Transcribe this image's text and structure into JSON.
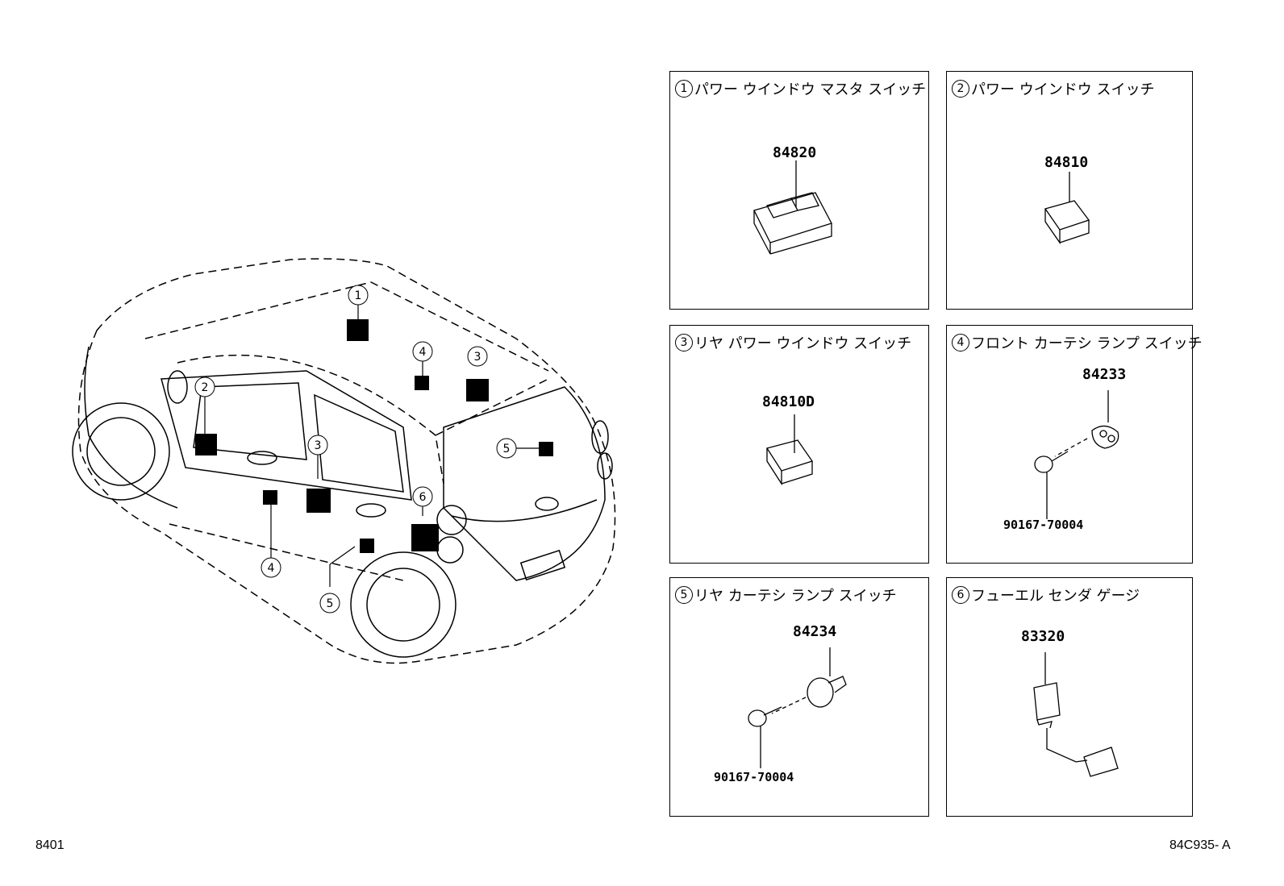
{
  "panels": [
    {
      "num": "1",
      "title": "パワー ウインドウ マスタ スイッチ",
      "parts": [
        "84820"
      ]
    },
    {
      "num": "2",
      "title": "パワー ウインドウ スイッチ",
      "parts": [
        "84810"
      ]
    },
    {
      "num": "3",
      "title": "リヤ パワー ウインドウ スイッチ",
      "parts": [
        "84810D"
      ]
    },
    {
      "num": "4",
      "title": "フロント カーテシ ランプ スイッチ",
      "parts": [
        "84233",
        "90167-70004"
      ]
    },
    {
      "num": "5",
      "title": "リヤ カーテシ ランプ スイッチ",
      "parts": [
        "84234",
        "90167-70004"
      ]
    },
    {
      "num": "6",
      "title": "フューエル センダ ゲージ",
      "parts": [
        "83320"
      ]
    }
  ],
  "car_callouts": [
    "1",
    "2",
    "3",
    "3",
    "4",
    "4",
    "5",
    "5",
    "6"
  ],
  "footer": {
    "left": "8401",
    "right": "84C935- A"
  }
}
